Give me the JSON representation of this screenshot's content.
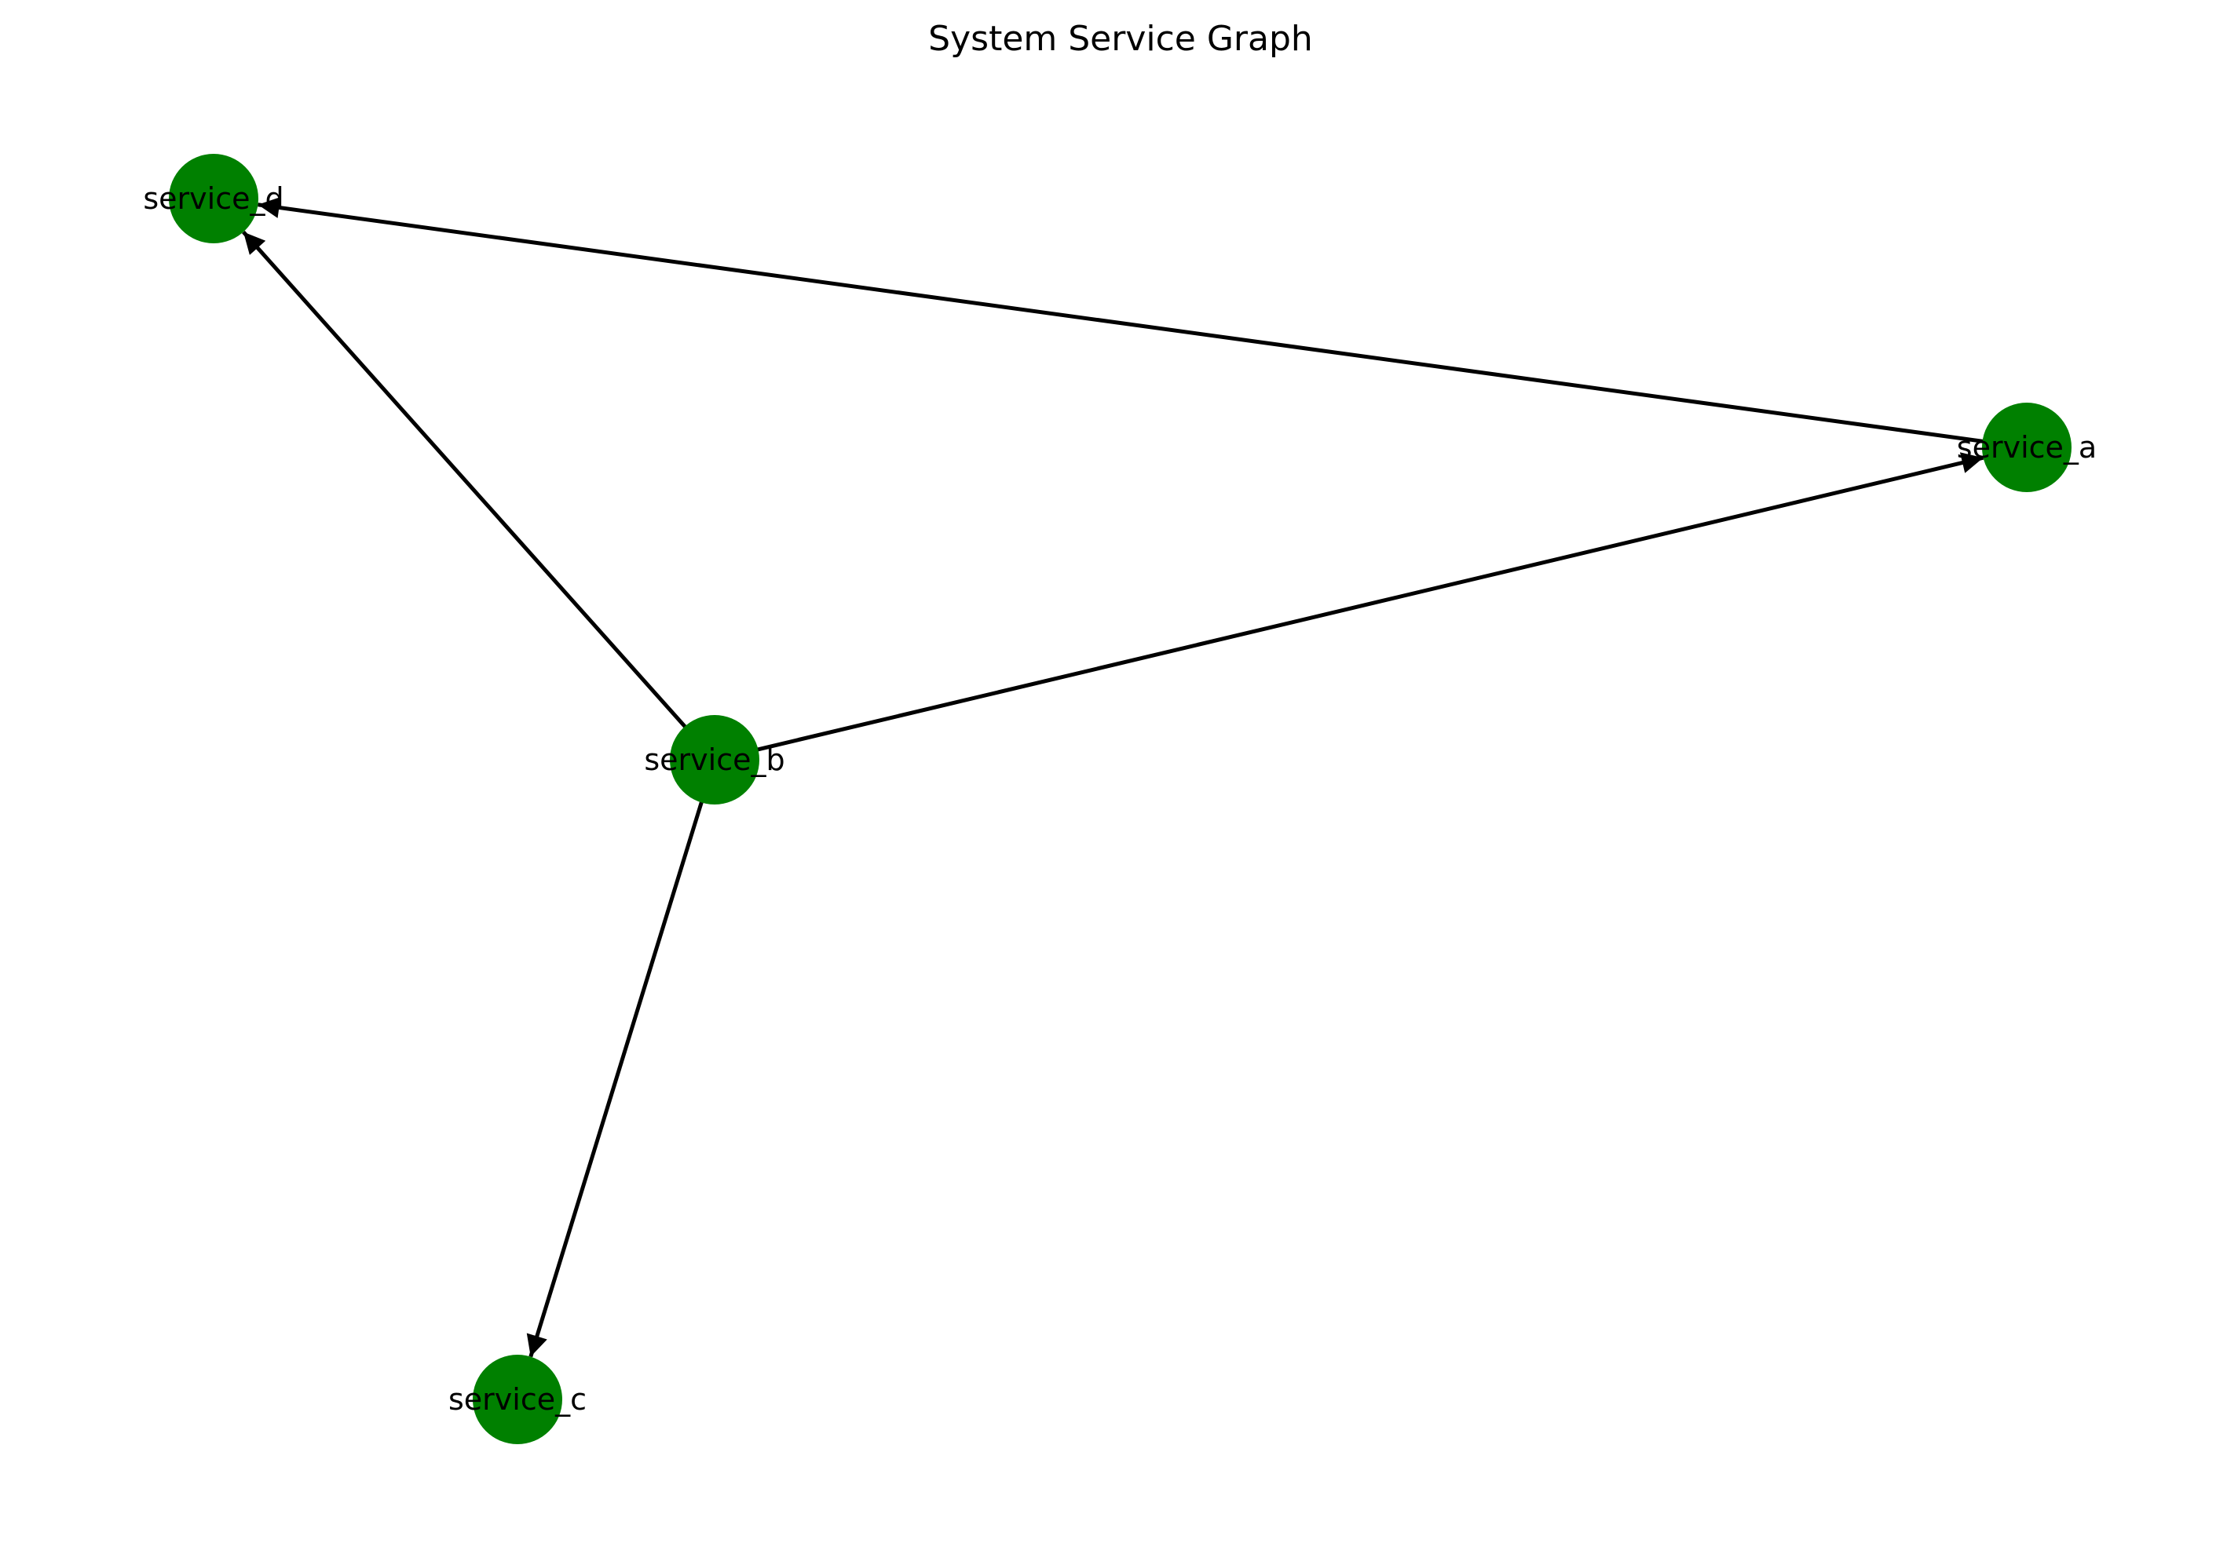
{
  "title": "System Service Graph",
  "colors": {
    "node_fill": "#008000",
    "edge_stroke": "#000000",
    "background": "#ffffff",
    "label": "#000000"
  },
  "nodes": [
    {
      "id": "service_a",
      "label": "service_a"
    },
    {
      "id": "service_b",
      "label": "service_b"
    },
    {
      "id": "service_c",
      "label": "service_c"
    },
    {
      "id": "service_d",
      "label": "service_d"
    }
  ],
  "edges": [
    {
      "from": "service_a",
      "to": "service_d"
    },
    {
      "from": "service_b",
      "to": "service_d"
    },
    {
      "from": "service_b",
      "to": "service_a"
    },
    {
      "from": "service_b",
      "to": "service_c"
    }
  ]
}
